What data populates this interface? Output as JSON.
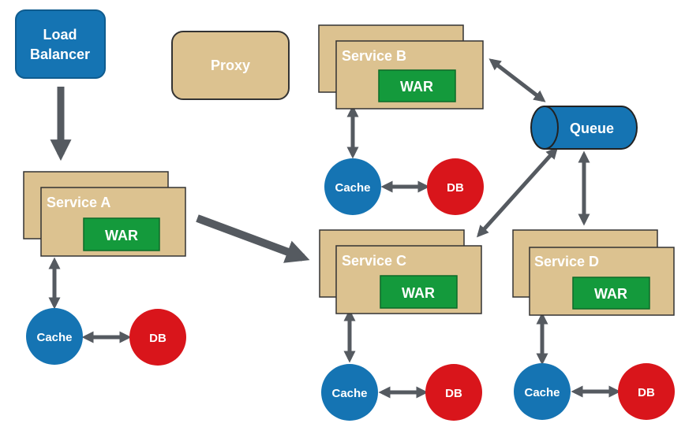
{
  "load_balancer": {
    "line1": "Load",
    "line2": "Balancer"
  },
  "proxy": {
    "label": "Proxy"
  },
  "queue": {
    "label": "Queue"
  },
  "services": {
    "a": {
      "label": "Service A",
      "war": "WAR",
      "cache": "Cache",
      "db": "DB"
    },
    "b": {
      "label": "Service B",
      "war": "WAR",
      "cache": "Cache",
      "db": "DB"
    },
    "c": {
      "label": "Service C",
      "war": "WAR",
      "cache": "Cache",
      "db": "DB"
    },
    "d": {
      "label": "Service D",
      "war": "WAR",
      "cache": "Cache",
      "db": "DB"
    }
  },
  "colors": {
    "blue": "#1574b3",
    "tan": "#dcc290",
    "green": "#149a3c",
    "red": "#d9151b",
    "arrow": "#555a60"
  }
}
